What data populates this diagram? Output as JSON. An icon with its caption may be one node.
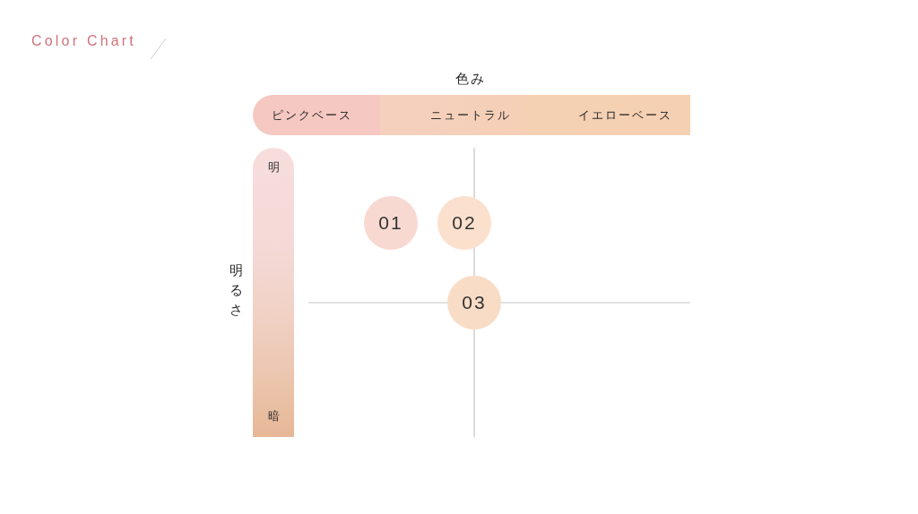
{
  "diagram": {
    "title": "Color Chart",
    "nodes": [
      {
        "text": [
          "ピンクベース",
          "ニュートラル",
          "イエローベース"
        ],
        "beside": [
          "色み"
        ]
      },
      {
        "text": [
          "明",
          "暗"
        ],
        "beside": [
          "明るさ"
        ]
      },
      {
        "text": [
          "01"
        ]
      },
      {
        "text": [
          "02"
        ]
      },
      {
        "text": [
          "03"
        ]
      }
    ],
    "edges": []
  }
}
